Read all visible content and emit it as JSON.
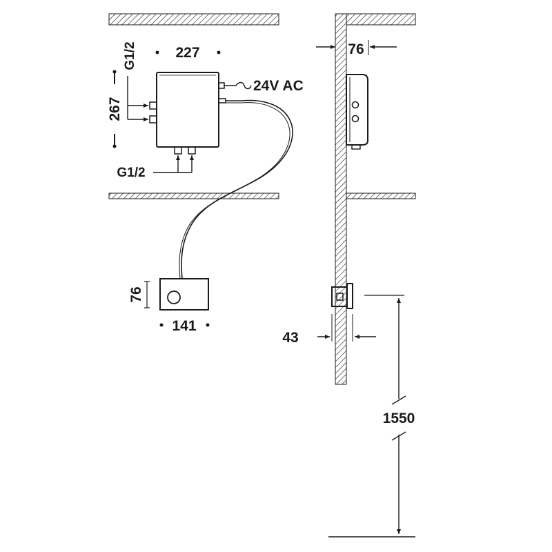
{
  "diagram": {
    "labels": {
      "control_box_width": "227",
      "control_box_height": "267",
      "inlet_side": "G1/2",
      "inlet_bottom": "G1/2",
      "power_supply": "24V AC",
      "wall_box_depth": "76",
      "panel_height": "76",
      "panel_width": "141",
      "panel_projection": "43",
      "mounting_height": "1550"
    }
  }
}
